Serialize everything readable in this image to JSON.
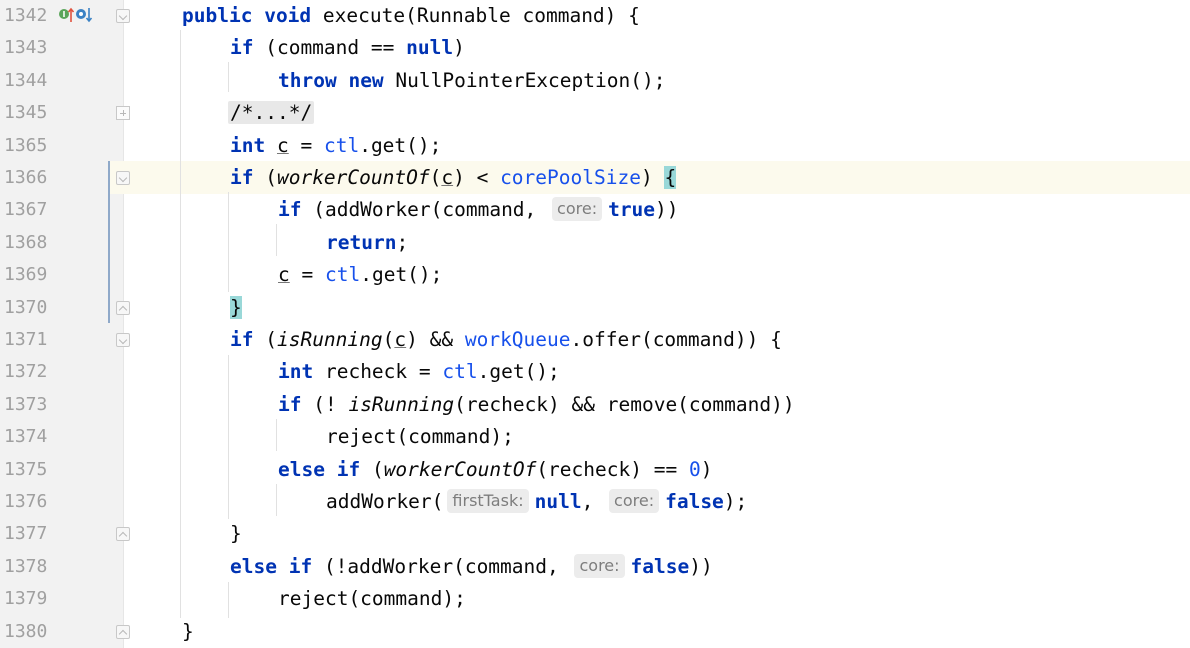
{
  "editor": {
    "lines": [
      {
        "num": "1342"
      },
      {
        "num": "1343"
      },
      {
        "num": "1344"
      },
      {
        "num": "1345"
      },
      {
        "num": "1365"
      },
      {
        "num": "1366"
      },
      {
        "num": "1367"
      },
      {
        "num": "1368"
      },
      {
        "num": "1369"
      },
      {
        "num": "1370"
      },
      {
        "num": "1371"
      },
      {
        "num": "1372"
      },
      {
        "num": "1373"
      },
      {
        "num": "1374"
      },
      {
        "num": "1375"
      },
      {
        "num": "1376"
      },
      {
        "num": "1377"
      },
      {
        "num": "1378"
      },
      {
        "num": "1379"
      },
      {
        "num": "1380"
      }
    ],
    "tokens": {
      "public": "public",
      "void": "void",
      "execute_sig": " execute(Runnable command) {",
      "if": "if",
      "else": "else",
      "throw": "throw",
      "new": "new",
      "return": "return",
      "int": "int",
      "null": "null",
      "true": "true",
      "false": "false",
      "zero": "0",
      "l1343_rest": " (command == ",
      "l1343_end": ")",
      "l1344_rest": " NullPointerException();",
      "collapsed": "/*...*/",
      "c": "c",
      "eq": " = ",
      "ctl": "ctl",
      "get": ".get();",
      "paren_open": " (",
      "workerCountOf": "workerCountOf",
      "lparen": "(",
      "lt": ") < ",
      "corePoolSize": "corePoolSize",
      "close_paren_sp": ") ",
      "lbrace": "{",
      "rbrace": "}",
      "addWorker_cmd": " (addWorker(command, ",
      "core_hint": "core:",
      "close2": "))",
      "semicolon": ";",
      "isRunning": "isRunning",
      "and_wq": ") && ",
      "workQueue": "workQueue",
      "offer": ".offer(command)) {",
      "recheck_decl": " recheck = ",
      "not_sp": " (! ",
      "recheck_and": "(recheck) && remove(command))",
      "reject": "reject(command);",
      "recheck_eq": "(recheck) == ",
      "close1": ")",
      "addWorker_open": "addWorker(",
      "firstTask_hint": "firstTask:",
      "comma_sp": ", ",
      "close_semi": ");",
      "not_addWorker": " (!addWorker(command, "
    }
  },
  "colors": {
    "keyword": "#0033b3",
    "field": "#1750eb",
    "line_number": "#a0a0a0",
    "brace_match": "#99d8d8",
    "current_line": "#fcfaed"
  },
  "icons": [
    "implements-icon",
    "overrides-icon"
  ]
}
